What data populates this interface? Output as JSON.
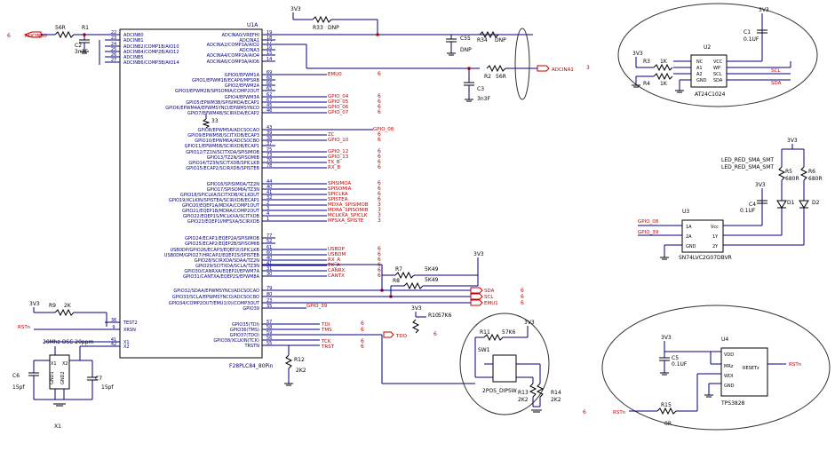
{
  "colors": {
    "wire": "#000080",
    "net": "#c00000",
    "part": "#000000",
    "bg": "#ffffff"
  },
  "power": {
    "v33": "3V3"
  },
  "u1": {
    "ref": "U1A",
    "part": "F28PLC84_80Pin",
    "left_pins": [
      {
        "num": "22",
        "name": "ADCINB0"
      },
      {
        "num": "23",
        "name": "ADCINB1"
      },
      {
        "num": "24",
        "name": "ADCINB2/COMP1B/AIO10"
      },
      {
        "num": "25",
        "name": "ADCINB4/COMP2B/AIO12"
      },
      {
        "num": "26",
        "name": "ADCINB5"
      },
      {
        "num": "27",
        "name": "ADCINB6/COMP3B/AIO14"
      },
      {
        "num": "36",
        "name": "TEST2"
      },
      {
        "num": "9",
        "name": "XRSN"
      },
      {
        "num": "41",
        "name": "X1"
      },
      {
        "num": "42",
        "name": "X2"
      }
    ],
    "right_top": [
      {
        "num": "19",
        "name": "ADCINA0/VREFHI"
      },
      {
        "num": "18",
        "name": "ADCINA1"
      },
      {
        "num": "17",
        "name": "ADCINA2/COMP1A/AIO2"
      },
      {
        "num": "16",
        "name": "ADCINA3"
      },
      {
        "num": "15",
        "name": "ADCINA4/COMP2A/AIO4"
      },
      {
        "num": "14",
        "name": "ADCINA6/COMP3A/AIO6"
      }
    ],
    "right_gpio": [
      {
        "num": "69",
        "name": "GPIO0/EPWM1A"
      },
      {
        "num": "68",
        "name": "GPIO1/EPWM1B/ECAP6/MFSRB"
      },
      {
        "num": "66",
        "name": "GPIO2/EPWM2A"
      },
      {
        "num": "65",
        "name": "GPIO3/EPWM2B/SPISOMIA/COMP2OUT"
      },
      {
        "num": "62",
        "name": "GPIO4/EPWM3A"
      },
      {
        "num": "67",
        "name": "GPIO5/EPWM3B/SPISIMOA/ECAP1"
      },
      {
        "num": "45",
        "name": "GPIO6/EPWM4A/EPWMSYNCI/EPWMSYNCO"
      },
      {
        "num": "46",
        "name": "GPIO7/EPWM4B/SCIRXDA/ECAP2"
      },
      {
        "num": "43",
        "name": "GPIO8/EPWM5A/ADCSOCAO"
      },
      {
        "num": "39",
        "name": "GPIO9/EPWM5B/SCITXDB/ECAP3"
      },
      {
        "num": "38",
        "name": "GPIO10/EPWM6A/ADCSOCBO"
      },
      {
        "num": "37",
        "name": "GPIO11/EPWM6B/SCIRXDB/ECAP1"
      },
      {
        "num": "75",
        "name": "GPIO12/TZ1N/SCITXDA/SPISIMOB"
      },
      {
        "num": "73",
        "name": "GPIO13/TZ2N/SPISOMIB"
      },
      {
        "num": "76",
        "name": "GPIO14/TZ3N/SCITXDB/SPICLKB"
      },
      {
        "num": "78",
        "name": "GPIO15/ECAP2/SCIRXDB/SPISTEB"
      },
      {
        "num": "44",
        "name": "GPIO16/SPISIMOA/TZ2N"
      },
      {
        "num": "40",
        "name": "GPIO17/SPISOMIA/TZ3N"
      },
      {
        "num": "41",
        "name": "GPIO18/SPICLKA/SCITXDB/XCLKOUT"
      },
      {
        "num": "32",
        "name": "GPIO19/XCLKIN/SPISTEA/SCIRXDB/ECAP1"
      },
      {
        "num": "2",
        "name": "GPIO20/EQEP1A/MDXA/COMP1OUT"
      },
      {
        "num": "3",
        "name": "GPIO21/EQEP1B/MDRA/COMP2OUT"
      },
      {
        "num": "4",
        "name": "GPIO22/EQEP1S/MCLKXA/SCITXDB"
      },
      {
        "num": "1",
        "name": "GPIO23/EQEP1I/MFSXA/SCIRXDB"
      },
      {
        "num": "77",
        "name": "GPIO24/ECAP1/EQEP2A/SPISIMOB"
      },
      {
        "num": "52",
        "name": "GPIO25/ECAP2/EQEP2B/SPISOMIB"
      },
      {
        "num": "61",
        "name": "USB0DP/GPIO26/ECAP3/EQEP2I/SPICLKB"
      },
      {
        "num": "60",
        "name": "USB0DM/GPIO27/HRCAP2/EQEP2S/SPISTEB"
      },
      {
        "num": "40",
        "name": "GPIO28/SCIRXDA/SDAA/TZ2N"
      },
      {
        "num": "41",
        "name": "GPIO29/SCITXDA/SCLA/TZ3N"
      },
      {
        "num": "31",
        "name": "GPIO30/CANRXA/EQEP2I/EPWM7A"
      },
      {
        "num": "30",
        "name": "GPIO31/CANTXA/EQEP2S/EPWM8A"
      },
      {
        "num": "79",
        "name": "GPIO32/SDAA/EPWMSYNCI/ADCSOCAO"
      },
      {
        "num": "80",
        "name": "GPIO33/SCLA/EPWMSYNCO/ADCSOCBO"
      },
      {
        "num": "23",
        "name": "GPIO34/COMP2OUT/EMU1(0)/COMP3OUT"
      },
      {
        "num": "35",
        "name": "GPIO39"
      },
      {
        "num": "57",
        "name": "GPIO35(TDI)"
      },
      {
        "num": "58",
        "name": "GPIO36(TMS)"
      },
      {
        "num": "59",
        "name": "GPIO37(TDO)"
      },
      {
        "num": "56",
        "name": "GPIO38/XCLKIN(TCK)"
      },
      {
        "num": "55",
        "name": "TRSTN"
      }
    ]
  },
  "nets": {
    "adcinb0": "ADCINB0",
    "adcina1": "ADCINA1",
    "emu0": "EMU0",
    "gpio04": "GPIO_04",
    "gpio05": "GPIO_05",
    "gpio06": "GPIO_06",
    "gpio07": "GPIO_07",
    "gpio08": "GPIO_08",
    "zc": "ZC",
    "gpio10": "GPIO_10",
    "gpio12": "GPIO_12",
    "gpio13": "GPIO_13",
    "txb": "TX_B",
    "rxb": "RX_B",
    "spisimoa": "SPISIMOA",
    "spisomia": "SPISOMIA",
    "spiclka": "SPICLKA",
    "spistea": "SPISTEA",
    "mdxa": "MDXA_SPISIMOB",
    "mdra": "MDRA_SPISOMIB",
    "mclkxa": "MCLKXA_SPICLK",
    "mfsxa": "MFSXA_SPISTE",
    "usbdp": "USBDP",
    "usbdm": "USBDM",
    "rxa": "RX_A",
    "txa": "TX_A",
    "canrx": "CANRX",
    "cantx": "CANTX",
    "sda": "SDA",
    "scl": "SCL",
    "emu1": "EMU1",
    "gpio39": "GPIO_39",
    "tdi": "TDI",
    "tms": "TMS",
    "tck": "TCK",
    "trst": "TRST",
    "tdo": "TDO",
    "rstn": "RSTn"
  },
  "pagerefs": {
    "r6": "6",
    "r3": "3"
  },
  "parts": {
    "r1": {
      "ref": "R1",
      "val": "56R"
    },
    "c2": {
      "ref": "C2",
      "val": "3n3F"
    },
    "r33": {
      "ref": "R33",
      "val": "DNP"
    },
    "c55": {
      "ref": "C55",
      "val": "DNP"
    },
    "r34": {
      "ref": "R34",
      "val": "DNP"
    },
    "r2": {
      "ref": "R2",
      "val": "56R"
    },
    "c3": {
      "ref": "C3",
      "val": "3n3F"
    },
    "r33b": {
      "ref": "33"
    },
    "r7": {
      "ref": "R7",
      "val": "5K49"
    },
    "r8": {
      "ref": "R8",
      "val": "5K49"
    },
    "r9": {
      "ref": "R9",
      "val": "2K"
    },
    "r10": {
      "ref": "R10",
      "val": "57K6"
    },
    "r11": {
      "ref": "R11",
      "val": "57K6"
    },
    "r12": {
      "ref": "R12",
      "val": "2K2"
    },
    "r13": {
      "ref": "R13",
      "val": "2K2"
    },
    "r14": {
      "ref": "R14",
      "val": "2K2"
    },
    "sw1": {
      "ref": "SW1",
      "val": "2POS_DIPSW"
    },
    "x1": {
      "ref": "X1",
      "val": "20Mhz OSC 20ppm",
      "p1": "X1",
      "p2": "X2",
      "g1": "GND1",
      "g2": "GND2"
    },
    "c6": {
      "ref": "C6",
      "val": "15pf"
    },
    "c7": {
      "ref": "C7",
      "val": "15pf"
    },
    "u2": {
      "ref": "U2",
      "val": "AT24C1024",
      "pins": [
        "NC",
        "A1",
        "A2",
        "GND",
        "VCC",
        "WP",
        "SCL",
        "SDA"
      ]
    },
    "r3": {
      "ref": "R3",
      "val": "1K"
    },
    "r4": {
      "ref": "R4",
      "val": "1K"
    },
    "c1": {
      "ref": "C1",
      "val": "0.1UF"
    },
    "u3": {
      "ref": "U3",
      "val": "SN74LVC2G07DBVR",
      "pins": [
        "1A",
        "2A",
        "GND",
        "Vcc",
        "1Y",
        "2Y"
      ]
    },
    "c4": {
      "ref": "C4",
      "val": "0.1UF"
    },
    "r5": {
      "ref": "R5",
      "val": "680R"
    },
    "r6": {
      "ref": "R6",
      "val": "680R"
    },
    "d1": {
      "ref": "D1"
    },
    "d2": {
      "ref": "D2"
    },
    "led": "LED_RED_SMA_SMT",
    "u4": {
      "ref": "U4",
      "val": "TPS3828",
      "pins": [
        "VDD",
        "MRz",
        "WDI",
        "GND",
        "RESETz"
      ]
    },
    "c5": {
      "ref": "C5",
      "val": "0.1UF"
    },
    "r15": {
      "ref": "R15",
      "val": "0R"
    }
  }
}
